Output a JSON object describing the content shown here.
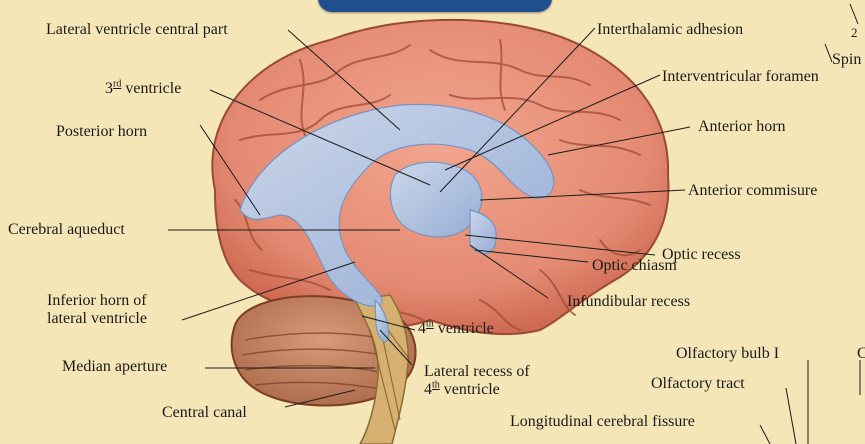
{
  "labels": {
    "lateral_ventricle_central_part": "Lateral ventricle central part",
    "third_ventricle_num": "3",
    "third_ventricle_sup": "rd",
    "third_ventricle_text": " ventricle",
    "posterior_horn": "Posterior horn",
    "cerebral_aqueduct": "Cerebral aqueduct",
    "inferior_horn_line1": "Inferior horn of",
    "inferior_horn_line2": "lateral ventricle",
    "median_aperture": "Median aperture",
    "central_canal": "Central canal",
    "interthalamic_adhesion": "Interthalamic adhesion",
    "interventricular_foramen": "Interventricular foramen",
    "anterior_horn": "Anterior horn",
    "anterior_commisure": "Anterior commisure",
    "optic_recess": "Optic recess",
    "optic_chiasm": "Optic chiasm",
    "infundibular_recess": "Infundibular recess",
    "fourth_ventricle_num": "4",
    "fourth_ventricle_sup": "th",
    "fourth_ventricle_text": " ventricle",
    "lateral_recess_line1": "Lateral recess of",
    "lateral_recess_num": "4",
    "lateral_recess_sup": "th",
    "lateral_recess_text": " ventricle",
    "olfactory_bulb": "Olfactory bulb I",
    "olfactory_tract": "Olfactory tract",
    "longitudinal_fissure": "Longitudinal cerebral fissure",
    "cut_second_num": "2",
    "cut_spin": "Spin",
    "cut_c": "C"
  },
  "colors": {
    "background": "#f5e6b8",
    "brain": "#e9907a",
    "brain_dark": "#b8553f",
    "ventricle": "#a9c4e8",
    "cerebellum": "#c98a6a",
    "badge": "#1f4f8f"
  }
}
